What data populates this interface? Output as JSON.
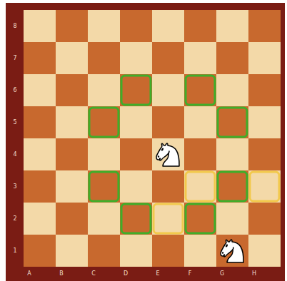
{
  "diagram": {
    "labels": [
      "8",
      "7",
      "6",
      "5",
      "4",
      "3",
      "2",
      "1",
      "A",
      "B",
      "C",
      "D",
      "E",
      "F",
      "G",
      "H"
    ]
  }
}
